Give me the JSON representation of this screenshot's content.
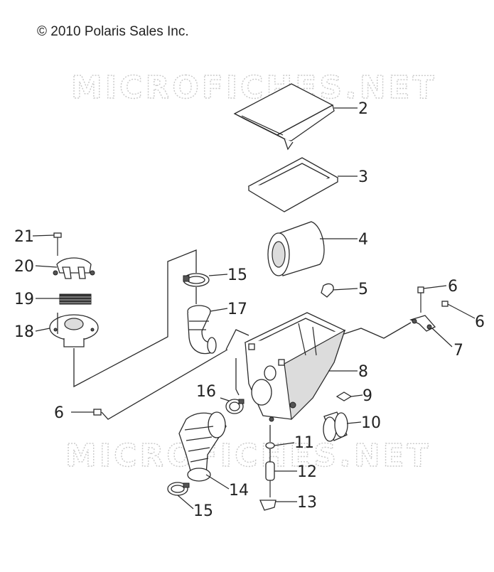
{
  "copyright": "© 2010 Polaris Sales Inc.",
  "watermark": "MICROFICHES.NET",
  "callouts": [
    {
      "id": "c2",
      "label": "2"
    },
    {
      "id": "c3",
      "label": "3"
    },
    {
      "id": "c4",
      "label": "4"
    },
    {
      "id": "c5",
      "label": "5"
    },
    {
      "id": "c6a",
      "label": "6"
    },
    {
      "id": "c6b",
      "label": "6"
    },
    {
      "id": "c7",
      "label": "7"
    },
    {
      "id": "c8",
      "label": "8"
    },
    {
      "id": "c9",
      "label": "9"
    },
    {
      "id": "c10",
      "label": "10"
    },
    {
      "id": "c11",
      "label": "11"
    },
    {
      "id": "c12",
      "label": "12"
    },
    {
      "id": "c13",
      "label": "13"
    },
    {
      "id": "c14",
      "label": "14"
    },
    {
      "id": "c15a",
      "label": "15"
    },
    {
      "id": "c15b",
      "label": "15"
    },
    {
      "id": "c16",
      "label": "16"
    },
    {
      "id": "c17",
      "label": "17"
    },
    {
      "id": "c18",
      "label": "18"
    },
    {
      "id": "c19",
      "label": "19"
    },
    {
      "id": "c20",
      "label": "20"
    },
    {
      "id": "c21",
      "label": "21"
    },
    {
      "id": "c6c",
      "label": "6"
    }
  ]
}
